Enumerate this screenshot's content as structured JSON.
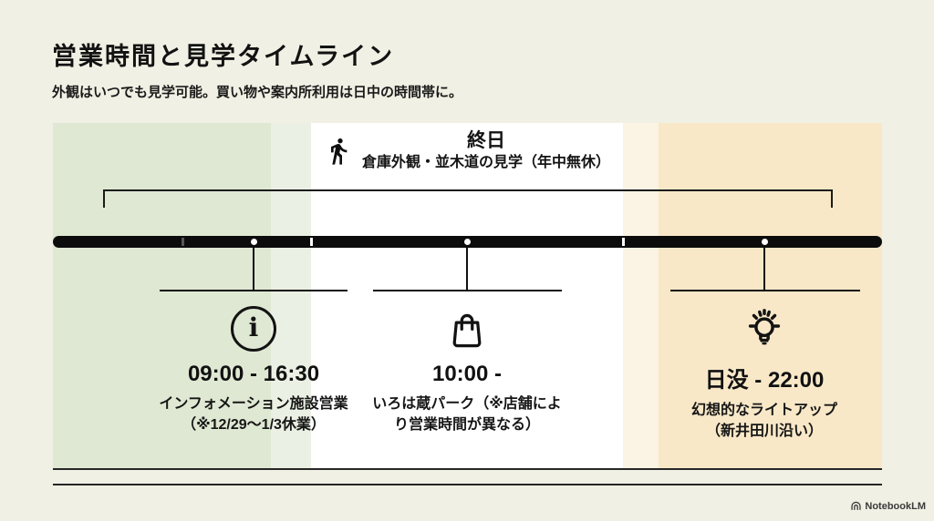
{
  "header": {
    "title": "営業時間と見学タイムライン",
    "subtitle": "外観はいつでも見学可能。買い物や案内所利用は日中の時間帯に。"
  },
  "timeline": {
    "zones": [
      {
        "name": "morning-green",
        "color": "#dfe8d2"
      },
      {
        "name": "green-fade",
        "color": "#eaf0e3"
      },
      {
        "name": "daytime-white",
        "color": "#ffffff"
      },
      {
        "name": "orange-fade",
        "color": "#fbf3e3"
      },
      {
        "name": "evening-orange",
        "color": "#f8e8c8"
      }
    ],
    "bar_color": "#0c0c0c",
    "background_color": "#f0f0e4",
    "all_day": {
      "icon": "walking-person-icon",
      "label": "終日",
      "description": "倉庫外観・並木道の見学（年中無休）"
    },
    "events": [
      {
        "icon": "info-icon",
        "time": "09:00 - 16:30",
        "description": "インフォメーション施設営業（※12/29〜1/3休業）"
      },
      {
        "icon": "shopping-bag-icon",
        "time": "10:00 -",
        "description": "いろは蔵パーク（※店舗により営業時間が異なる）"
      },
      {
        "icon": "lightbulb-icon",
        "time": "日没 - 22:00",
        "description": "幻想的なライトアップ（新井田川沿い）"
      }
    ]
  },
  "footer": {
    "brand": "NotebookLM"
  }
}
